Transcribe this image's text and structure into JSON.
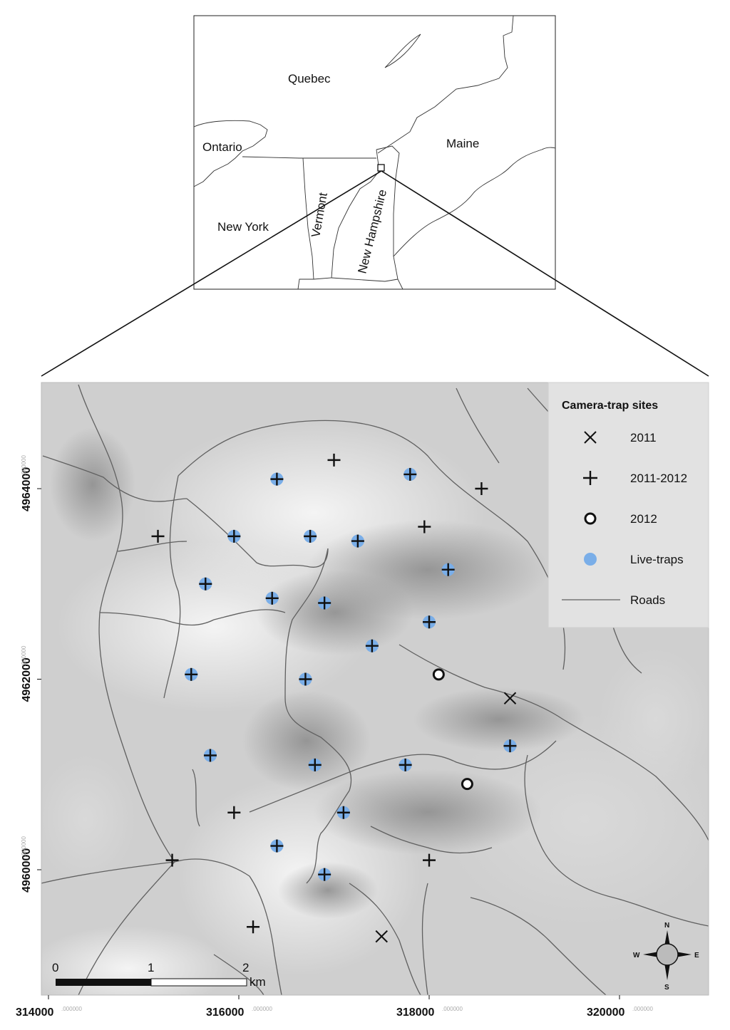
{
  "inset_map": {
    "labels": {
      "quebec": "Quebec",
      "ontario": "Ontario",
      "maine": "Maine",
      "new_york": "New York",
      "vermont": "Vermont",
      "new_hampshire": "New Hampshire"
    }
  },
  "legend": {
    "title": "Camera-trap sites",
    "items": [
      {
        "symbol": "x-mark",
        "label": "2011"
      },
      {
        "symbol": "plus",
        "label": "2011-2012"
      },
      {
        "symbol": "ring",
        "label": "2012"
      },
      {
        "symbol": "blue-dot",
        "label": "Live-traps"
      },
      {
        "symbol": "line",
        "label": "Roads"
      }
    ]
  },
  "axes": {
    "x": [
      {
        "value": 314000,
        "label": "314000",
        "dec": ".000000"
      },
      {
        "value": 316000,
        "label": "316000",
        "dec": ".000000"
      },
      {
        "value": 318000,
        "label": "318000",
        "dec": ".000000"
      },
      {
        "value": 320000,
        "label": "320000",
        "dec": ".000000"
      }
    ],
    "y": [
      {
        "value": 4964000,
        "label": "4964000",
        "dec": ".000000"
      },
      {
        "value": 4962000,
        "label": "4962000",
        "dec": ".000000"
      },
      {
        "value": 4960000,
        "label": "4960000",
        "dec": ".000000"
      }
    ]
  },
  "scale_bar": {
    "ticks": [
      "0",
      "1",
      "2"
    ],
    "unit": "km"
  },
  "compass": {
    "n": "N",
    "s": "S",
    "e": "E",
    "w": "W"
  },
  "sites": {
    "x_2011": [
      [
        318850,
        4961800
      ],
      [
        317500,
        4959300
      ]
    ],
    "plus_2011_2012": [
      [
        317000,
        4964300
      ],
      [
        318550,
        4964000
      ],
      [
        317950,
        4963600
      ],
      [
        315150,
        4963500
      ],
      [
        315950,
        4960600
      ],
      [
        315300,
        4960100
      ],
      [
        316150,
        4959400
      ],
      [
        318000,
        4960100
      ]
    ],
    "ring_2012": [
      [
        318100,
        4962050
      ],
      [
        318400,
        4960900
      ]
    ],
    "live_traps": [
      [
        316400,
        4964100
      ],
      [
        317800,
        4964150
      ],
      [
        315950,
        4963500
      ],
      [
        316750,
        4963500
      ],
      [
        317250,
        4963450
      ],
      [
        315650,
        4963000
      ],
      [
        316350,
        4962850
      ],
      [
        316900,
        4962800
      ],
      [
        318200,
        4963150
      ],
      [
        318000,
        4962600
      ],
      [
        317400,
        4962350
      ],
      [
        315500,
        4962050
      ],
      [
        316700,
        4962000
      ],
      [
        318850,
        4961300
      ],
      [
        315700,
        4961200
      ],
      [
        316800,
        4961100
      ],
      [
        317750,
        4961100
      ],
      [
        317100,
        4960600
      ],
      [
        316400,
        4960250
      ],
      [
        316900,
        4959950
      ]
    ]
  },
  "colors": {
    "live_trap": "#7aaee8",
    "road": "#606060",
    "legend_bg": "#e2e2e2"
  }
}
